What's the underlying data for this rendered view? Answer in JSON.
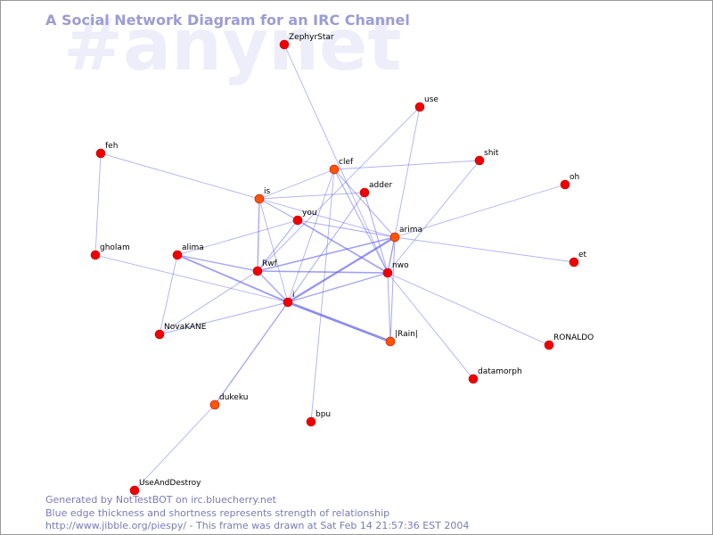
{
  "watermark": "#anynet",
  "title": "A Social Network Diagram for an IRC Channel",
  "footer": {
    "line1": "Generated by NotTestBOT on irc.bluecherry.net",
    "line2": "Blue edge thickness and shortness represents strength of relationship",
    "line3": "http://www.jibble.org/piespy/ - This frame was drawn at Sat Feb 14 21:57:36 EST 2004"
  },
  "colors": {
    "edge": "#6666ee",
    "node_active": "#ee0000",
    "node_recent": "#ff5500",
    "node_outline": "#cc0000",
    "title": "#9c9cd4",
    "watermark": "#eeeefa",
    "footer": "#7a7ab8"
  },
  "nodes": [
    {
      "id": "ZephyrStar",
      "label": "ZephyrStar",
      "state": "active"
    },
    {
      "id": "use",
      "label": "use",
      "state": "active"
    },
    {
      "id": "feh",
      "label": "feh",
      "state": "active"
    },
    {
      "id": "clef",
      "label": "clef",
      "state": "recent"
    },
    {
      "id": "shit",
      "label": "shit",
      "state": "active"
    },
    {
      "id": "oh",
      "label": "oh",
      "state": "active"
    },
    {
      "id": "is",
      "label": "is",
      "state": "recent"
    },
    {
      "id": "adder",
      "label": "adder",
      "state": "active"
    },
    {
      "id": "you",
      "label": "you",
      "state": "active"
    },
    {
      "id": "arima",
      "label": "arima",
      "state": "recent"
    },
    {
      "id": "gholam",
      "label": "gholam",
      "state": "active"
    },
    {
      "id": "alima",
      "label": "alima",
      "state": "active"
    },
    {
      "id": "et",
      "label": "et",
      "state": "active"
    },
    {
      "id": "Rwf",
      "label": "Rwf",
      "state": "active"
    },
    {
      "id": "nwo",
      "label": "nwo",
      "state": "active"
    },
    {
      "id": "i",
      "label": "i",
      "state": "active"
    },
    {
      "id": "NovaKANE",
      "label": "NovaKANE",
      "state": "active"
    },
    {
      "id": "Rain",
      "label": "|Rain|",
      "state": "recent"
    },
    {
      "id": "RONALDO",
      "label": "RONALDO",
      "state": "active"
    },
    {
      "id": "datamorph",
      "label": "datamorph",
      "state": "active"
    },
    {
      "id": "dukeku",
      "label": "dukeku",
      "state": "recent"
    },
    {
      "id": "bpu",
      "label": "bpu",
      "state": "active"
    },
    {
      "id": "UseAndDestroy",
      "label": "UseAndDestroy",
      "state": "active"
    }
  ],
  "edges": [
    {
      "source": "i",
      "target": "Rain",
      "strength": 3
    },
    {
      "source": "i",
      "target": "arima",
      "strength": 2.5
    },
    {
      "source": "alima",
      "target": "i",
      "strength": 2
    },
    {
      "source": "Rwf",
      "target": "arima",
      "strength": 1.8
    },
    {
      "source": "Rwf",
      "target": "nwo",
      "strength": 1.8
    },
    {
      "source": "you",
      "target": "nwo",
      "strength": 1.8
    },
    {
      "source": "is",
      "target": "Rwf",
      "strength": 1.5
    },
    {
      "source": "alima",
      "target": "Rwf",
      "strength": 1.5
    },
    {
      "source": "i",
      "target": "nwo",
      "strength": 1.5
    },
    {
      "source": "i",
      "target": "dukeku",
      "strength": 1.5
    },
    {
      "source": "Rwf",
      "target": "i",
      "strength": 1.5
    },
    {
      "source": "is",
      "target": "you",
      "strength": 1.2
    },
    {
      "source": "you",
      "target": "Rwf",
      "strength": 1.2
    },
    {
      "source": "you",
      "target": "arima",
      "strength": 1.2
    },
    {
      "source": "clef",
      "target": "arima",
      "strength": 1.2
    },
    {
      "source": "clef",
      "target": "nwo",
      "strength": 1.2
    },
    {
      "source": "adder",
      "target": "i",
      "strength": 1.2
    },
    {
      "source": "adder",
      "target": "nwo",
      "strength": 1.2
    },
    {
      "source": "arima",
      "target": "nwo",
      "strength": 1.2
    },
    {
      "source": "arima",
      "target": "Rain",
      "strength": 1.2
    },
    {
      "source": "nwo",
      "target": "Rain",
      "strength": 1.2
    },
    {
      "source": "i",
      "target": "NovaKANE",
      "strength": 1.2
    },
    {
      "source": "Rwf",
      "target": "NovaKANE",
      "strength": 1
    },
    {
      "source": "ZephyrStar",
      "target": "nwo",
      "strength": 1
    },
    {
      "source": "use",
      "target": "Rwf",
      "strength": 1
    },
    {
      "source": "use",
      "target": "nwo",
      "strength": 1
    },
    {
      "source": "feh",
      "target": "is",
      "strength": 1
    },
    {
      "source": "feh",
      "target": "gholam",
      "strength": 1
    },
    {
      "source": "clef",
      "target": "shit",
      "strength": 1
    },
    {
      "source": "is",
      "target": "clef",
      "strength": 1
    },
    {
      "source": "is",
      "target": "adder",
      "strength": 1
    },
    {
      "source": "is",
      "target": "arima",
      "strength": 1
    },
    {
      "source": "is",
      "target": "i",
      "strength": 1
    },
    {
      "source": "clef",
      "target": "i",
      "strength": 1
    },
    {
      "source": "clef",
      "target": "bpu",
      "strength": 1
    },
    {
      "source": "shit",
      "target": "nwo",
      "strength": 1
    },
    {
      "source": "oh",
      "target": "arima",
      "strength": 1
    },
    {
      "source": "arima",
      "target": "et",
      "strength": 1
    },
    {
      "source": "alima",
      "target": "you",
      "strength": 1
    },
    {
      "source": "alima",
      "target": "NovaKANE",
      "strength": 1
    },
    {
      "source": "gholam",
      "target": "i",
      "strength": 1
    },
    {
      "source": "nwo",
      "target": "RONALDO",
      "strength": 1
    },
    {
      "source": "nwo",
      "target": "datamorph",
      "strength": 1
    },
    {
      "source": "dukeku",
      "target": "UseAndDestroy",
      "strength": 1
    }
  ]
}
